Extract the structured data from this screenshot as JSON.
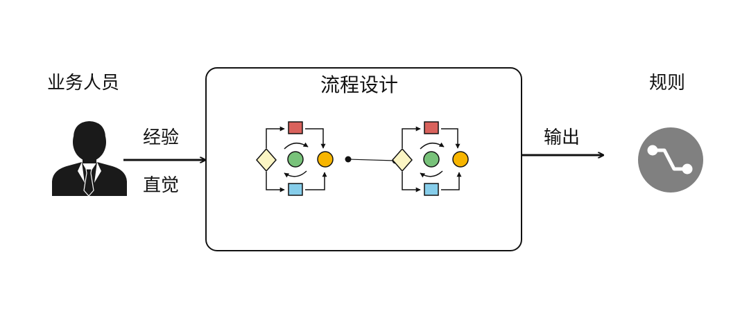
{
  "labels": {
    "person": "业务人员",
    "experience": "经验",
    "intuition": "直觉",
    "process_design": "流程设计",
    "output": "输出",
    "rules": "规则"
  },
  "colors": {
    "stroke": "#111111",
    "task_top": "#d9625c",
    "task_bottom": "#86cdea",
    "gateway": "#fbf5c4",
    "event_green": "#78c27a",
    "event_yellow": "#f7b500",
    "rule_circle": "#808080",
    "person_fill": "#1a1a1a"
  },
  "icons": {
    "person": "businessman-icon",
    "rules": "rule-flow-icon"
  }
}
